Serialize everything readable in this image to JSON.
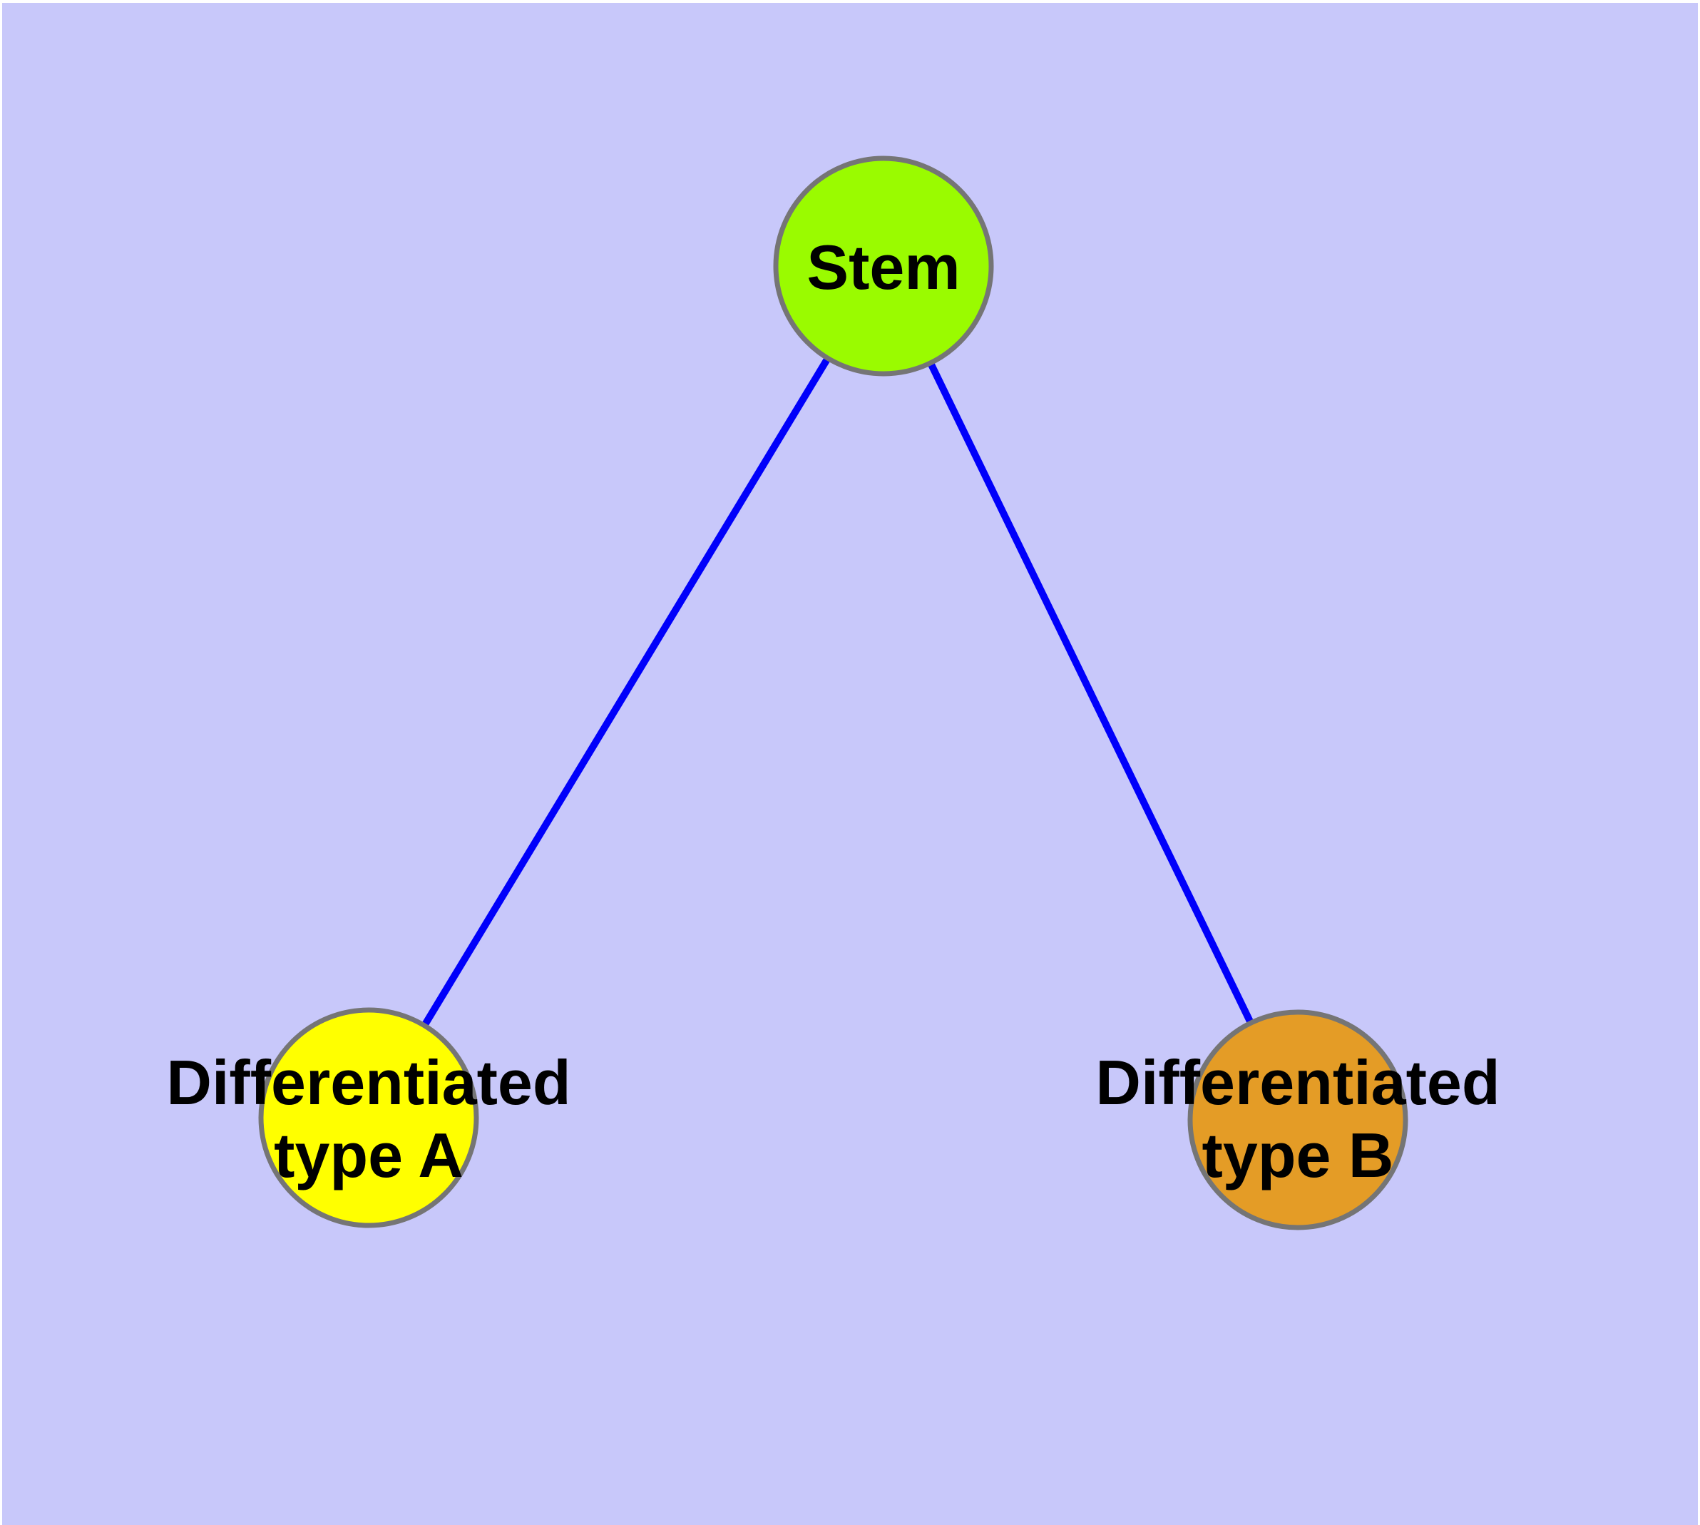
{
  "diagram": {
    "type": "node-link-graph",
    "colors": {
      "background": "#C8C8FA",
      "edge": "#0000FA",
      "node_border": "#757575",
      "label_text": "#000000"
    },
    "nodes": {
      "stem": {
        "label": "Stem",
        "fill": "#9AFB00"
      },
      "type_a": {
        "label_line1": "Differentiated",
        "label_line2": "type A",
        "fill": "#FFFF00"
      },
      "type_b": {
        "label_line1": "Differentiated",
        "label_line2": "type B",
        "fill": "#E49C26"
      }
    },
    "edges": [
      {
        "from": "Stem",
        "to": "Differentiated type A"
      },
      {
        "from": "Stem",
        "to": "Differentiated type B"
      }
    ]
  }
}
